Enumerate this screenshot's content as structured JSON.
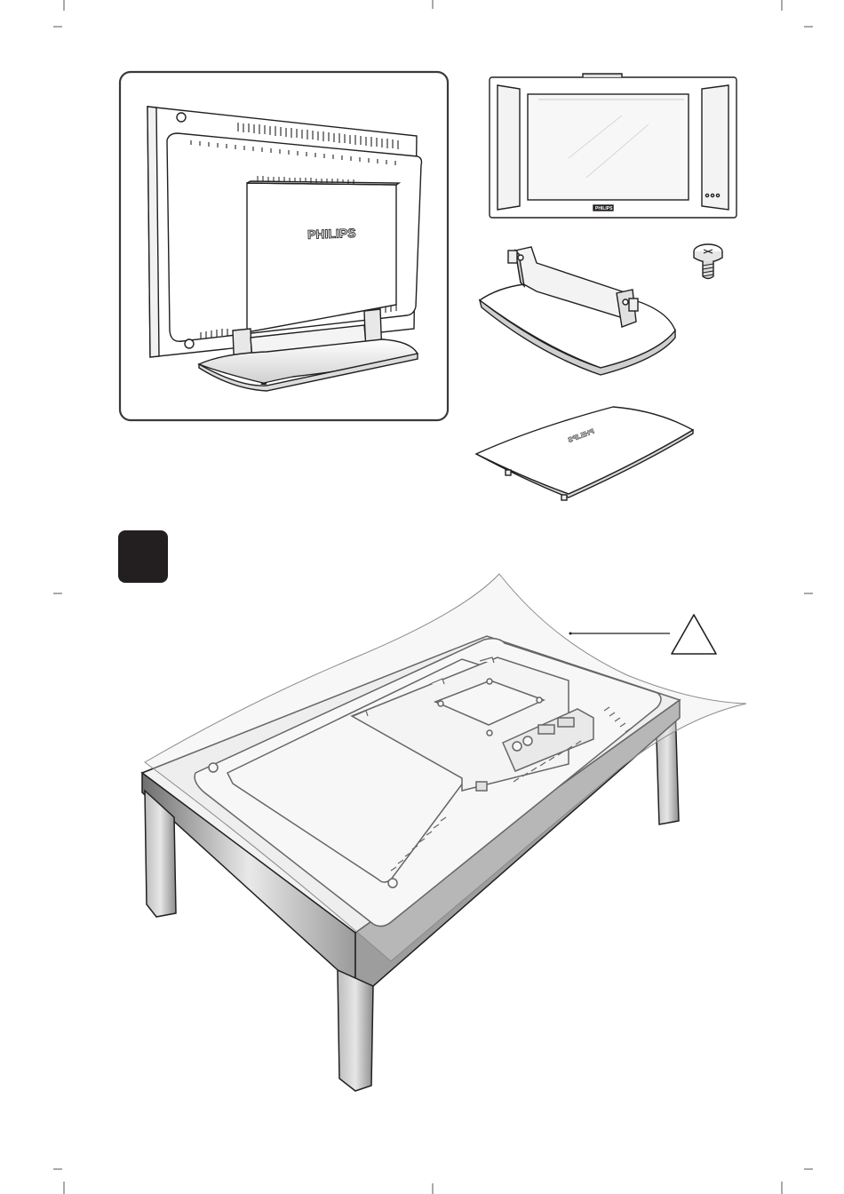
{
  "brand": {
    "logo_large": "PHILIPS",
    "logo_small": "PHILIPS",
    "logo_cover": "PHILIPS"
  },
  "step_badge": {
    "label": ""
  },
  "warning": {
    "icon": "warning-triangle-icon",
    "symbol": ""
  },
  "icons": {
    "screw": "screw-icon",
    "crop_marks": "crop-mark-icon"
  },
  "colors": {
    "line": "#231f20",
    "badge": "#231f20",
    "frame_border": "#3a3a3a",
    "film": "#d8d8d8"
  }
}
